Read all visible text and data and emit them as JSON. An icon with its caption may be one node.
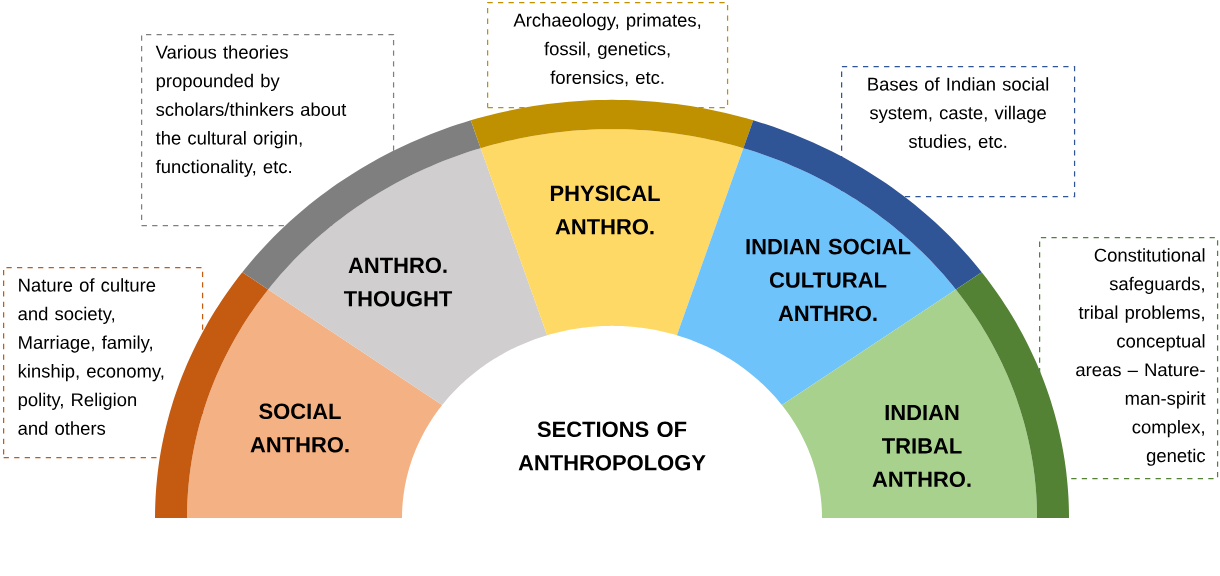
{
  "diagram": {
    "nodes": [
      {
        "text": [
          "SOCIAL ANTHRO."
        ]
      },
      {
        "text": [
          "ANTHRO. THOUGHT"
        ]
      },
      {
        "text": [
          "PHYSICAL ANTHRO."
        ]
      },
      {
        "text": [
          "INDIAN SOCIAL CULTURAL ANTHRO."
        ]
      },
      {
        "text": [
          "INDIAN TRIBAL ANTHRO."
        ]
      },
      {
        "text": [
          "Nature of culture and society, Marriage, family, kinship, economy, polity, Religion and others"
        ]
      },
      {
        "text": [
          "Various theories propounded by scholars/thinkers about the cultural origin, functionality, etc."
        ]
      },
      {
        "text": [
          "Archaeology, primates, fossil, genetics, forensics, etc."
        ]
      },
      {
        "text": [
          "Bases of Indian social system, caste, village studies, etc."
        ]
      },
      {
        "text": [
          "Constitutional safeguards, tribal problems, conceptual areas – Nature-man-spirit complex, genetic"
        ]
      }
    ],
    "edges": [],
    "labels": [
      "SECTIONS OF ANTHROPOLOGY"
    ]
  }
}
